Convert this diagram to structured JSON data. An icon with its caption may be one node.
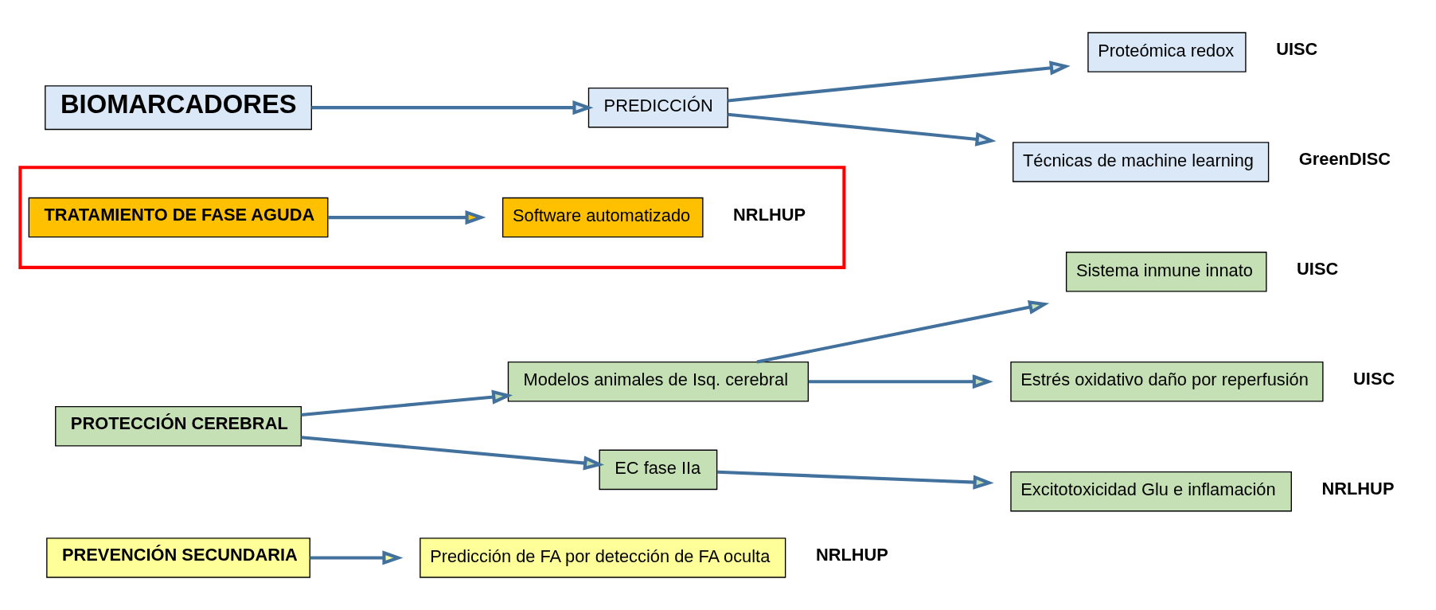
{
  "diagram": {
    "nodes": [
      {
        "text": [
          "BIOMARCADORES"
        ]
      },
      {
        "text": [
          "PREDICCIÓN"
        ]
      },
      {
        "text": [
          "Técnicas de machine learning"
        ],
        "beside": [
          "GreenDISC"
        ]
      },
      {
        "text": [
          "Proteómica redox"
        ],
        "beside": [
          "UISC"
        ]
      },
      {
        "text": [],
        "shape": "box"
      },
      {
        "text": [
          "TRATAMIENTO DE FASE AGUDA"
        ],
        "in": 4
      },
      {
        "text": [
          "Software automatizado"
        ],
        "in": 4,
        "beside": [
          "NRLHUP"
        ]
      },
      {
        "text": [
          "PROTECCIÓN CEREBRAL"
        ]
      },
      {
        "text": [
          "EC fase IIa"
        ]
      },
      {
        "text": [
          "Modelos animales de Isq. cerebral"
        ]
      },
      {
        "text": [
          "Excitotoxicidad Glu e inflamación"
        ],
        "beside": [
          "NRLHUP"
        ]
      },
      {
        "text": [
          "Estrés oxidativo daño por reperfusión"
        ],
        "beside": [
          "UISC"
        ]
      },
      {
        "text": [
          "Sistema inmune innato"
        ],
        "beside": [
          "UISC"
        ]
      },
      {
        "text": [
          "PREVENCIÓN SECUNDARIA"
        ]
      },
      {
        "text": [
          "Predicción de FA por detección de FA oculta"
        ],
        "beside": [
          "NRLHUP"
        ]
      }
    ],
    "edges": [
      {
        "from": 0,
        "to": 1,
        "arrow": "to"
      },
      {
        "from": 1,
        "to": 2,
        "arrow": "to"
      },
      {
        "from": 1,
        "to": 3,
        "arrow": "to"
      },
      {
        "from": 5,
        "to": 6,
        "arrow": "to"
      },
      {
        "from": 7,
        "to": 8,
        "arrow": "to"
      },
      {
        "from": 7,
        "to": 9,
        "arrow": "to"
      },
      {
        "from": 8,
        "to": 10,
        "arrow": "to"
      },
      {
        "from": 9,
        "to": 11,
        "arrow": "to"
      },
      {
        "from": 9,
        "to": 12,
        "arrow": "to"
      },
      {
        "from": 13,
        "to": 14,
        "arrow": "to"
      }
    ]
  }
}
